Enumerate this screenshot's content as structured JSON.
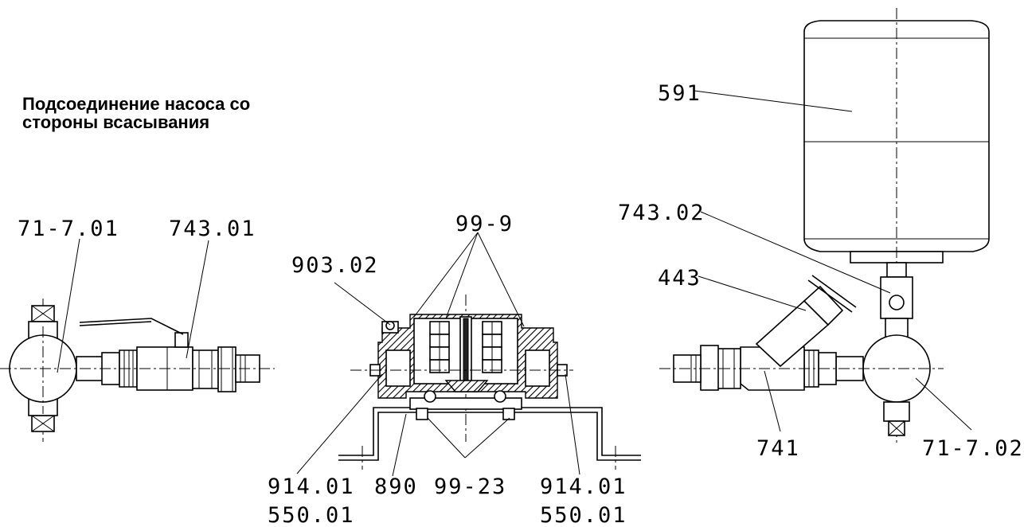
{
  "title": {
    "line1": "Подсоединение насоса со",
    "line2": "стороны всасывания"
  },
  "labels": {
    "l_71_7_01": "71-7.01",
    "l_743_01": "743.01",
    "l_99_9": "99-9",
    "l_903_02": "903.02",
    "l_914_01_left": "914.01",
    "l_550_01_left": "550.01",
    "l_890": "890",
    "l_99_23": "99-23",
    "l_914_01_right": "914.01",
    "l_550_01_right": "550.01",
    "l_591": "591",
    "l_743_02": "743.02",
    "l_443": "443",
    "l_741": "741",
    "l_71_7_02": "71-7.02"
  }
}
